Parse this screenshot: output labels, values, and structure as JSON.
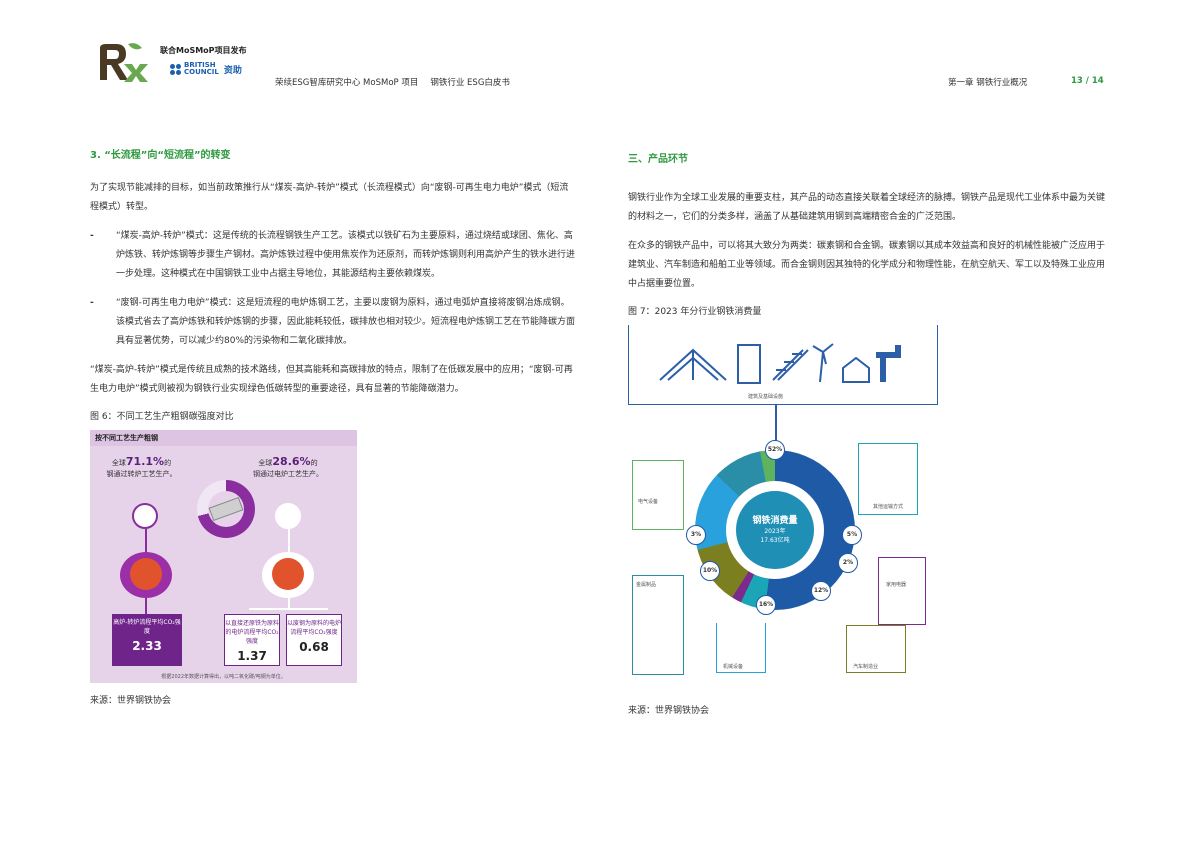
{
  "header": {
    "publisher": "联合MoSMoP项目发布",
    "funder_name": [
      "BRITISH",
      "COUNCIL"
    ],
    "funder_suffix": "资助",
    "nav": [
      "荣续ESG智库研究中心 MoSMoP 项目",
      "钢铁行业 ESG白皮书"
    ],
    "chapter": "第一章 钢铁行业概况",
    "page": "13 / 14"
  },
  "left": {
    "section_title": "3. “长流程”向“短流程”的转变",
    "intro": "为了实现节能减排的目标，如当前政策推行从“煤炭-高炉-转炉”模式（长流程模式）向“废钢-可再生电力电炉”模式（短流程模式）转型。",
    "bullets": [
      "“煤炭-高炉-转炉”模式：这是传统的长流程钢铁生产工艺。该模式以铁矿石为主要原料，通过烧结或球团、焦化、高炉炼铁、转炉炼钢等步骤生产钢材。高炉炼铁过程中使用焦炭作为还原剂，而转炉炼钢则利用高炉产生的铁水进行进一步处理。这种模式在中国钢铁工业中占据主导地位，其能源结构主要依赖煤炭。",
      "“废钢-可再生电力电炉”模式：这是短流程的电炉炼钢工艺，主要以废钢为原料，通过电弧炉直接将废钢冶炼成钢。该模式省去了高炉炼铁和转炉炼钢的步骤，因此能耗较低，碳排放也相对较少。短流程电炉炼钢工艺在节能降碳方面具有显著优势，可以减少约80%的污染物和二氧化碳排放。"
    ],
    "conclusion": "“煤炭-高炉-转炉”模式是传统且成熟的技术路线，但其高能耗和高碳排放的特点，限制了在低碳发展中的应用；“废钢-可再生电力电炉”模式则被视为钢铁行业实现绿色低碳转型的重要途径，具有显著的节能降碳潜力。",
    "figure_caption": "图 6：不同工艺生产粗钢碳强度对比",
    "figure": {
      "header": "按不同工艺生产粗钢",
      "stat1_prefix": "全球",
      "stat1_value": "71.1%",
      "stat1_suffix": "的",
      "stat1_line2": "钢通过转炉工艺生产。",
      "stat2_prefix": "全球",
      "stat2_value": "28.6%",
      "stat2_suffix": "的",
      "stat2_line2": "钢通过电炉工艺生产。",
      "boxes": [
        {
          "label": "高炉-转炉流程平均CO₂强度",
          "value": "2.33"
        },
        {
          "label": "以直接还原铁为原料的电炉流程平均CO₂强度",
          "value": "1.37"
        },
        {
          "label": "以废钢为原料的电炉流程平均CO₂强度",
          "value": "0.68"
        }
      ],
      "footnote": "根据2022年数据计算得出，以吨二氧化碳/吨钢为单位。"
    },
    "source": "来源：世界钢铁协会"
  },
  "right": {
    "section_title": "三、产品环节",
    "para1": "钢铁行业作为全球工业发展的重要支柱，其产品的动态直接关联着全球经济的脉搏。钢铁产品是现代工业体系中最为关键的材料之一，它们的分类多样，涵盖了从基础建筑用钢到高端精密合金的广泛范围。",
    "para2": "在众多的钢铁产品中，可以将其大致分为两类：碳素钢和合金钢。碳素钢以其成本效益高和良好的机械性能被广泛应用于建筑业、汽车制造和船舶工业等领域。而合金钢则因其独特的化学成分和物理性能，在航空航天、军工以及特殊工业应用中占据重要位置。",
    "figure_caption": "图 7：2023 年分行业钢铁消费量",
    "figure": {
      "center_title": "钢铁消费量",
      "center_year": "2023年",
      "center_total": "17.63亿吨",
      "segments": [
        {
          "label": "建筑及基础设施",
          "pct": "52%"
        },
        {
          "label": "其他运输方式",
          "pct": "5%"
        },
        {
          "label": "家用电器",
          "pct": "2%"
        },
        {
          "label": "汽车制造业",
          "pct": "12%"
        },
        {
          "label": "机械设备",
          "pct": "16%"
        },
        {
          "label": "金属制品",
          "pct": "10%"
        },
        {
          "label": "电气设备",
          "pct": "3%"
        }
      ]
    },
    "source": "来源：世界钢铁协会"
  },
  "colors": {
    "accent_green": "#2e9a3f",
    "steel_blue": "#1f5aa6",
    "purple": "#8a2d9e"
  }
}
